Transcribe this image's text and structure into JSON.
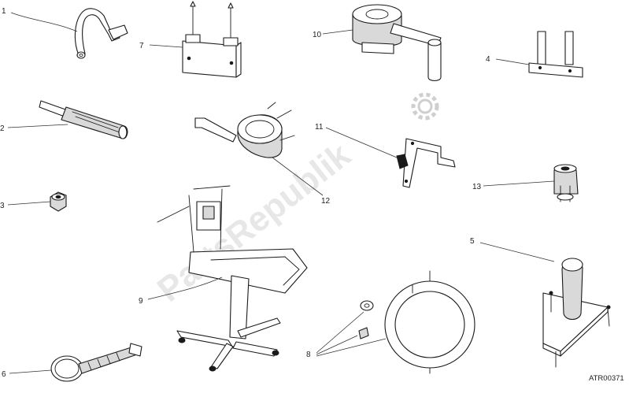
{
  "diagram": {
    "drawing_code": "ATR00371",
    "watermark": "PartsRepublik",
    "callouts": [
      "1",
      "2",
      "3",
      "4",
      "5",
      "6",
      "7",
      "8",
      "9",
      "10",
      "11",
      "12",
      "13"
    ]
  }
}
